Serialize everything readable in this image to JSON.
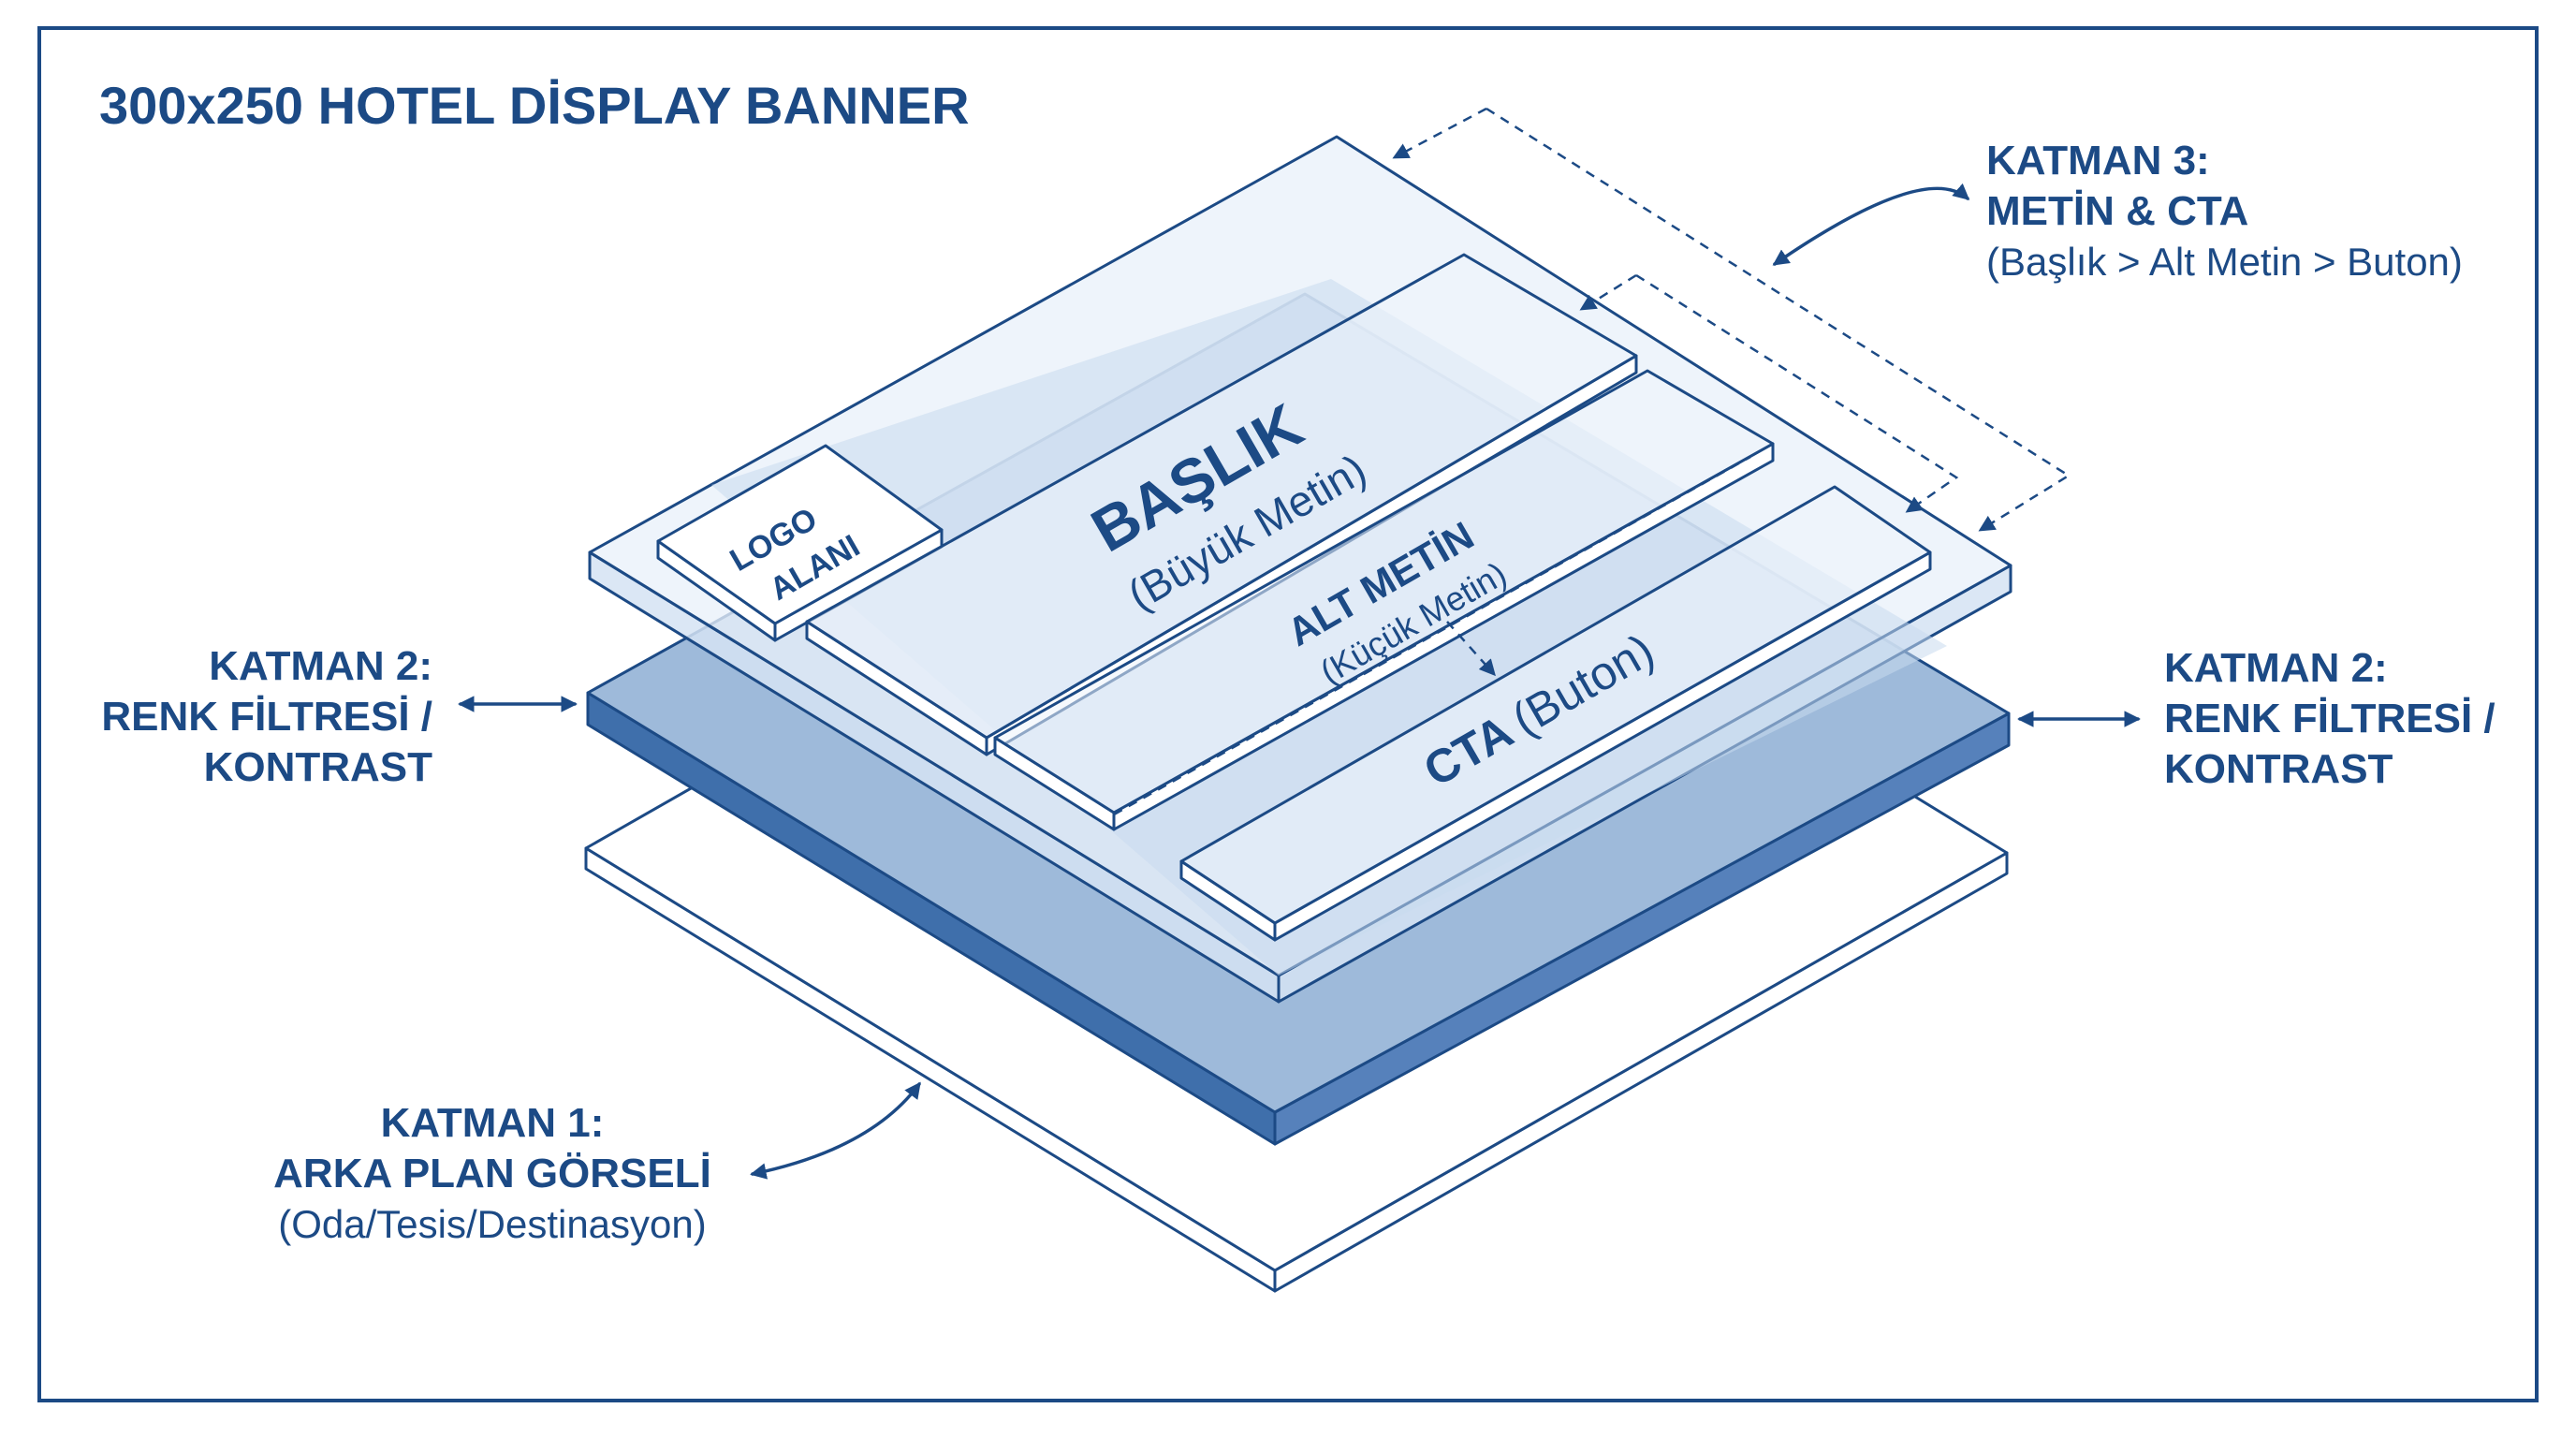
{
  "title": "300x250 HOTEL DİSPLAY BANNER",
  "layer3": {
    "line1": "KATMAN 3:",
    "line2": "METİN & CTA",
    "line3": "(Başlık > Alt Metin > Buton)"
  },
  "layer2_left": {
    "line1": "KATMAN 2:",
    "line2": "RENK FİLTRESİ /",
    "line3": "KONTRAST"
  },
  "layer2_right": {
    "line1": "KATMAN 2:",
    "line2": "RENK FİLTRESİ /",
    "line3": "KONTRAST"
  },
  "layer1": {
    "line1": "KATMAN 1:",
    "line2": "ARKA PLAN GÖRSELİ",
    "line3": "(Oda/Tesis/Destinasyon)"
  },
  "blocks": {
    "logo_line1": "LOGO",
    "logo_line2": "ALANI",
    "headline": "BAŞLIK",
    "headline_sub": "(Büyük Metin)",
    "subtext": "ALT METİN",
    "subtext_sub": "(Küçük Metin)",
    "cta_bold": "CTA",
    "cta_reg": "(Buton)"
  },
  "colors": {
    "primary": "#1c4a85",
    "filter_layer": "#5d8cc4",
    "glass_layer": "#dce8f5",
    "background": "#ffffff"
  }
}
